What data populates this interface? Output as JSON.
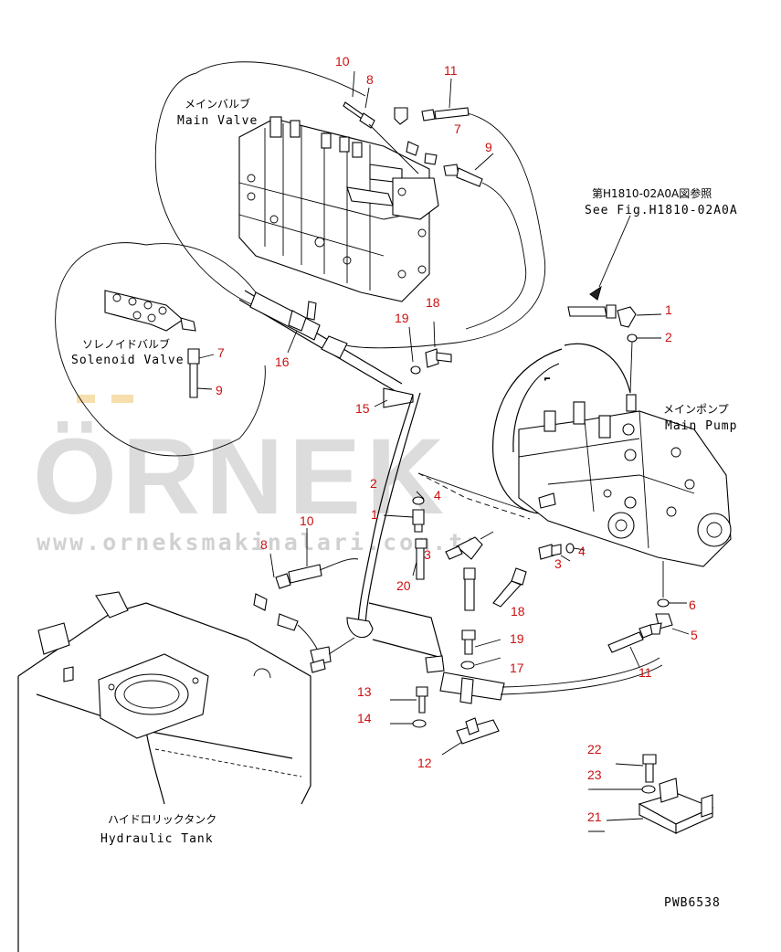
{
  "labels": {
    "main_valve_jp": "メインバルブ",
    "main_valve_en": "Main Valve",
    "solenoid_jp": "ソレノイドバルブ",
    "solenoid_en": "Solenoid Valve",
    "main_pump_jp": "メインポンプ",
    "main_pump_en": "Main Pump",
    "tank_jp": "ハイドロリックタンク",
    "tank_en": "Hydraulic Tank",
    "ref_jp": "第H1810-02A0A図参照",
    "ref_en": "See Fig.H1810-02A0A",
    "drawing_code": "PWB6538"
  },
  "watermark": {
    "brand": "ÖRNEK",
    "url": "www.orneksmakinalari.com.tr"
  },
  "callouts": {
    "c10a": "10",
    "c8a": "8",
    "c11a": "11",
    "c7a": "7",
    "c9a": "9",
    "c1a": "1",
    "c2a": "2",
    "c18a": "18",
    "c19a": "19",
    "c16": "16",
    "c15": "15",
    "c7b": "7",
    "c9b": "9",
    "c2b": "2",
    "c4a": "4",
    "c1b": "1",
    "c3a": "3",
    "c20": "20",
    "c10b": "10",
    "c8b": "8",
    "c4b": "4",
    "c3b": "3",
    "c18b": "18",
    "c19b": "19",
    "c17": "17",
    "c6": "6",
    "c5": "5",
    "c11b": "11",
    "c13": "13",
    "c14": "14",
    "c12": "12",
    "c22": "22",
    "c23": "23",
    "c21": "21"
  },
  "colors": {
    "callout": "#cc1111",
    "line": "#000000",
    "watermark": "#9a9a9a"
  }
}
